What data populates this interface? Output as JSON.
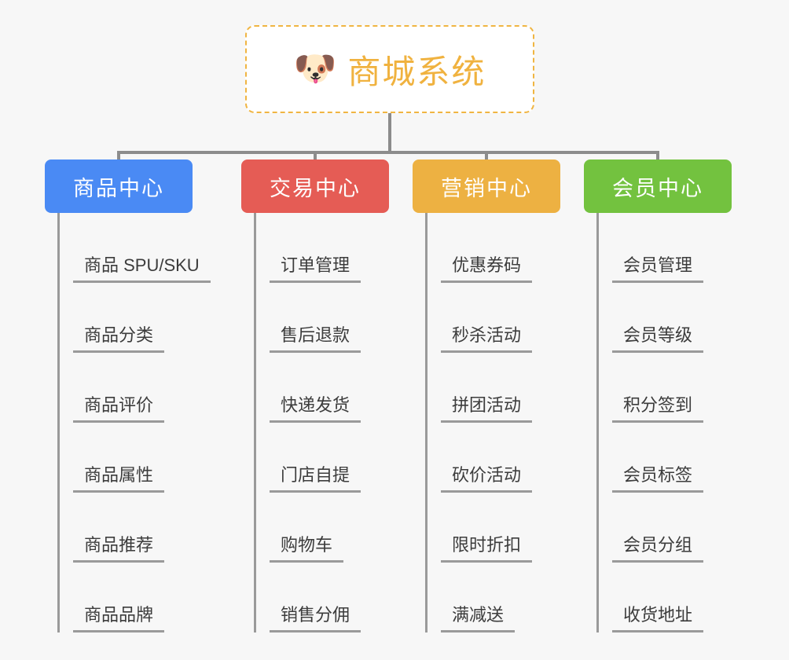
{
  "root": {
    "icon": "dog-face-icon",
    "icon_glyph": "🐶",
    "title": "商城系统",
    "border_color": "#f0b542",
    "title_color": "#f0b23f",
    "background": "#ffffff"
  },
  "canvas": {
    "background": "#f7f7f7",
    "connector_color": "#8c8c8c",
    "divider_color": "#9a9a9a",
    "label_color": "#3c3c3c"
  },
  "columns": [
    {
      "id": "product-center",
      "title": "商品中心",
      "color": "#4a8af4",
      "items": [
        "商品 SPU/SKU",
        "商品分类",
        "商品评价",
        "商品属性",
        "商品推荐",
        "商品品牌"
      ]
    },
    {
      "id": "trade-center",
      "title": "交易中心",
      "color": "#e55c55",
      "items": [
        "订单管理",
        "售后退款",
        "快递发货",
        "门店自提",
        "购物车",
        "销售分佣"
      ]
    },
    {
      "id": "marketing-center",
      "title": "营销中心",
      "color": "#edb142",
      "items": [
        "优惠券码",
        "秒杀活动",
        "拼团活动",
        "砍价活动",
        "限时折扣",
        "满减送"
      ]
    },
    {
      "id": "member-center",
      "title": "会员中心",
      "color": "#73c23f",
      "items": [
        "会员管理",
        "会员等级",
        "积分签到",
        "会员标签",
        "会员分组",
        "收货地址"
      ]
    }
  ]
}
